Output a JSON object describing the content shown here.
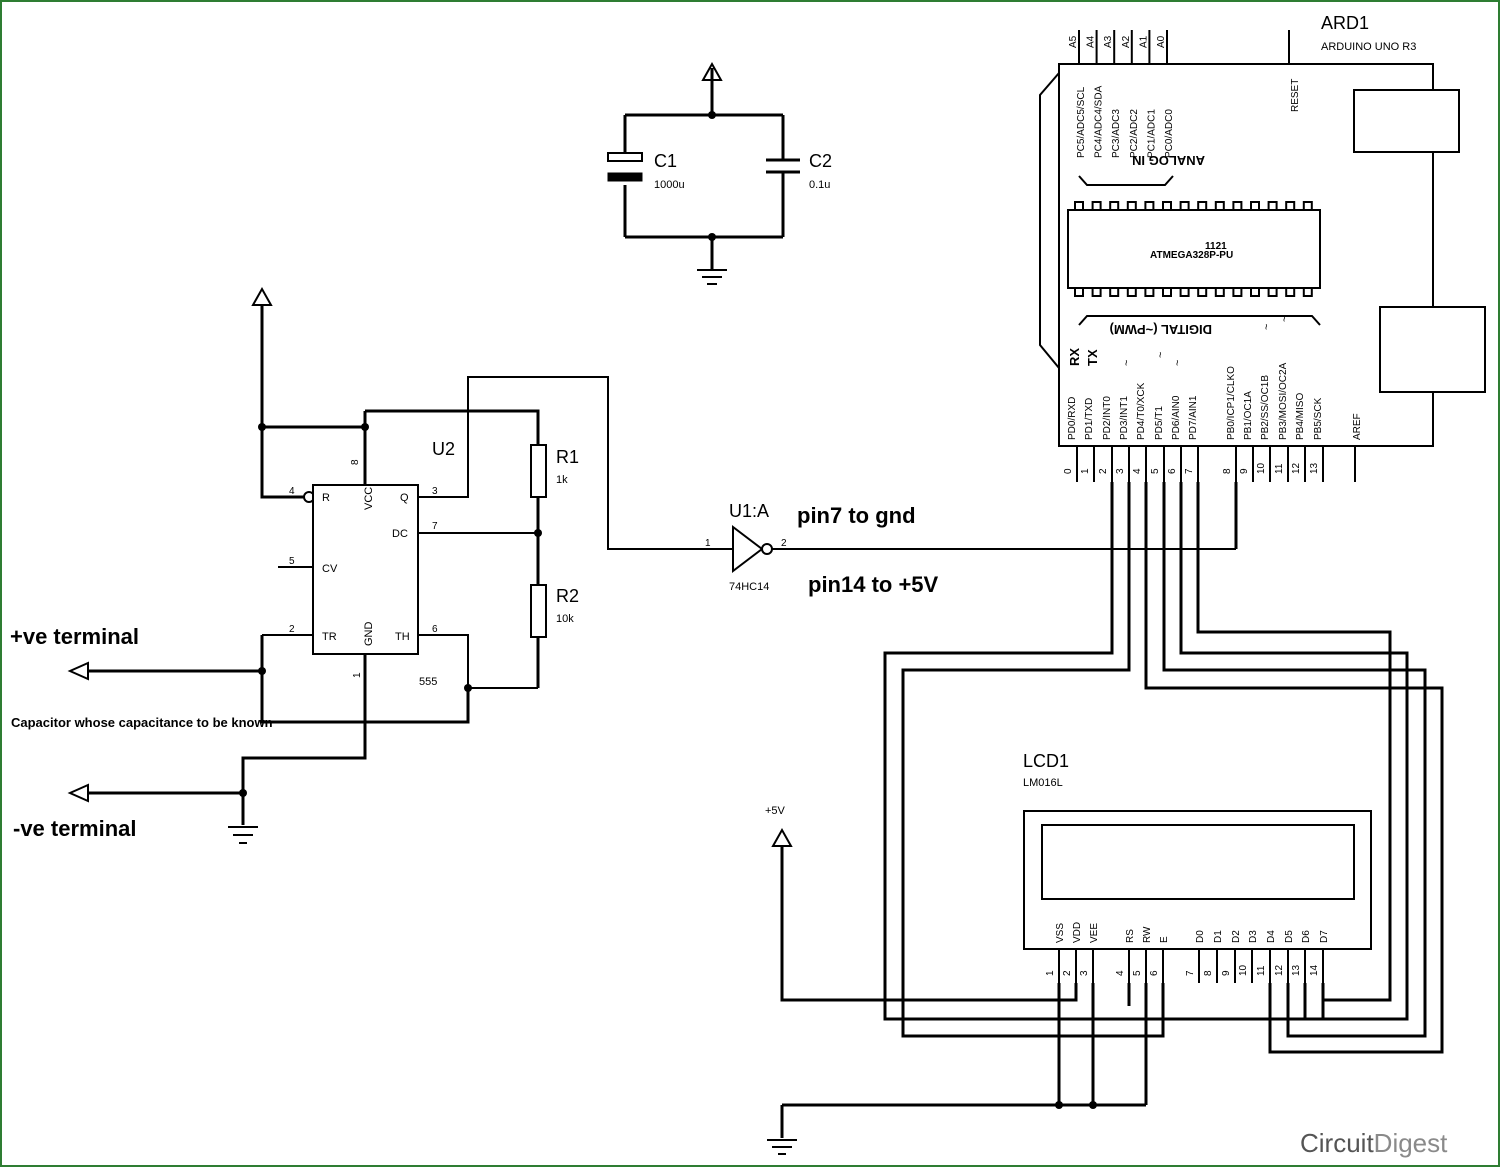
{
  "notes": {
    "plus_terminal": "+ve terminal",
    "minus_terminal": "-ve terminal",
    "capacitor_note": "Capacitor whose capacitance to be known",
    "pin7_note": "pin7 to gnd",
    "pin14_note": "pin14 to +5V"
  },
  "c1": {
    "ref": "C1",
    "value": "1000u"
  },
  "c2": {
    "ref": "C2",
    "value": "0.1u"
  },
  "u2": {
    "ref": "U2",
    "part": "555",
    "pins": {
      "r": "R",
      "vcc": "VCC",
      "q": "Q",
      "dc": "DC",
      "cv": "CV",
      "tr": "TR",
      "gnd": "GND",
      "th": "TH"
    },
    "pin_numbers": {
      "r": "4",
      "vcc": "8",
      "q": "3",
      "dc": "7",
      "cv": "5",
      "tr": "2",
      "th": "6",
      "gnd": "1"
    }
  },
  "r1": {
    "ref": "R1",
    "value": "1k"
  },
  "r2": {
    "ref": "R2",
    "value": "10k"
  },
  "u1": {
    "ref": "U1:A",
    "part": "74HC14",
    "pin_in": "1",
    "pin_out": "2"
  },
  "ard1": {
    "ref": "ARD1",
    "board": "ARDUINO UNO R3",
    "analog_header_pins": [
      "A5",
      "A4",
      "A3",
      "A2",
      "A1",
      "A0"
    ],
    "analog_pins": [
      "PC5/ADC5/SCL",
      "PC4/ADC4/SDA",
      "PC3/ADC3",
      "PC2/ADC2",
      "PC1/ADC1",
      "PC0/ADC0"
    ],
    "reset": "RESET",
    "analog_in": "ANALOG IN",
    "chip_code": "1121",
    "chip_name": "ATMEGA328P-PU",
    "digital": "DIGITAL (~PWM)",
    "rx": "RX",
    "tx": "TX",
    "digital_pins": [
      "PD0/RXD",
      "PD1/TXD",
      "PD2/INT0",
      "PD3/INT1",
      "PD4/T0/XCK",
      "PD5/T1",
      "PD6/AIN0",
      "PD7/AIN1",
      "PB0/ICP1/CLKO",
      "PB1/OC1A",
      "PB2/SS/OC1B",
      "PB3/MOSI/OC2A",
      "PB4/MISO",
      "PB5/SCK"
    ],
    "aref": "AREF",
    "digital_numbers": [
      "0",
      "1",
      "2",
      "3",
      "4",
      "5",
      "6",
      "7",
      "8",
      "9",
      "10",
      "11",
      "12",
      "13"
    ],
    "tilde": "~"
  },
  "lcd1": {
    "ref": "LCD1",
    "part": "LM016L",
    "supply": "+5V",
    "pins": [
      "VSS",
      "VDD",
      "VEE",
      "RS",
      "RW",
      "E",
      "D0",
      "D1",
      "D2",
      "D3",
      "D4",
      "D5",
      "D6",
      "D7"
    ],
    "pin_numbers": [
      "1",
      "2",
      "3",
      "4",
      "5",
      "6",
      "7",
      "8",
      "9",
      "10",
      "11",
      "12",
      "13",
      "14"
    ]
  },
  "brand": {
    "part1": "Circuit",
    "part2": "Digest",
    "color1": "#555555",
    "color2": "#8a8a8a"
  }
}
